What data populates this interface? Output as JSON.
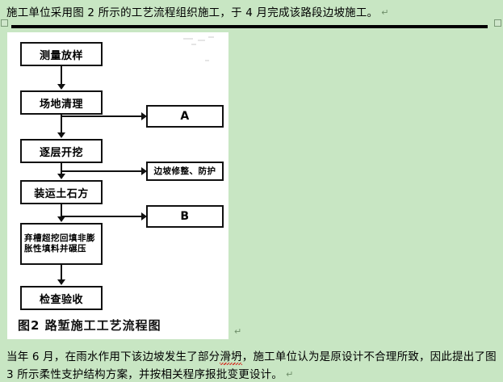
{
  "document": {
    "background_color": "#c8e6c3",
    "top_paragraph": "施工单位采用图 2 所示的工艺流程组织施工，于 4 月完成该路段边坡施工。",
    "bottom_paragraph_line1": "当年 6 月，在雨水作用下该边坡发生了部分滑坍，施工单位认为是原设计不合理所致，因此提出了图",
    "bottom_paragraph_line2_before": "3 所示柔性支护结构方案，并按相关程序报批变更设计。",
    "misspelled_word": "滑坍",
    "pilcrow": "↵"
  },
  "figure": {
    "caption": "图2  路堑施工工艺流程图",
    "canvas_background": "#ffffff",
    "line_color": "#111111",
    "nodes": [
      {
        "id": "n1",
        "label": "测量放样"
      },
      {
        "id": "n2",
        "label": "场地清理"
      },
      {
        "id": "n3",
        "label": "逐层开挖"
      },
      {
        "id": "n4",
        "label": "装运土石方"
      },
      {
        "id": "n5",
        "label": "弃槽超挖回填非膨胀性填料并碾压"
      },
      {
        "id": "n6",
        "label": "检查验收"
      }
    ],
    "branch_nodes": [
      {
        "id": "bA",
        "label": "A"
      },
      {
        "id": "bSlope",
        "label": "边坡修整、防护"
      },
      {
        "id": "bB",
        "label": "B"
      }
    ]
  },
  "chart_data": {
    "type": "diagram",
    "title": "图2  路堑施工工艺流程图",
    "main_sequence": [
      "测量放样",
      "场地清理",
      "逐层开挖",
      "装运土石方",
      "弃槽超挖回填非膨胀性填料并碾压",
      "检查验收"
    ],
    "branches": [
      {
        "from": "场地清理",
        "to": "A"
      },
      {
        "from": "逐层开挖",
        "to": "边坡修整、防护"
      },
      {
        "from": "装运土石方",
        "to": "B"
      }
    ]
  }
}
